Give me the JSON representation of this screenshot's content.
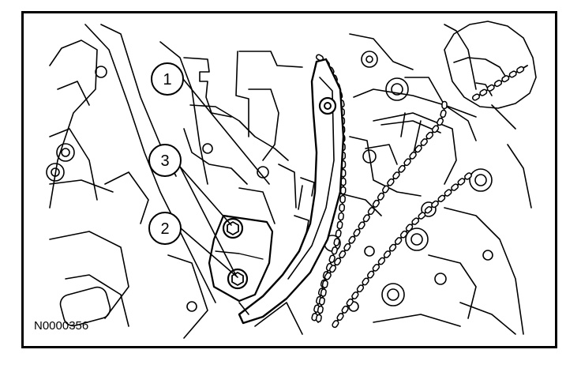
{
  "figure": {
    "callouts": [
      {
        "id": "callout-1",
        "label": "1"
      },
      {
        "id": "callout-3",
        "label": "3"
      },
      {
        "id": "callout-2",
        "label": "2"
      }
    ],
    "reference_code": "N0000356"
  }
}
